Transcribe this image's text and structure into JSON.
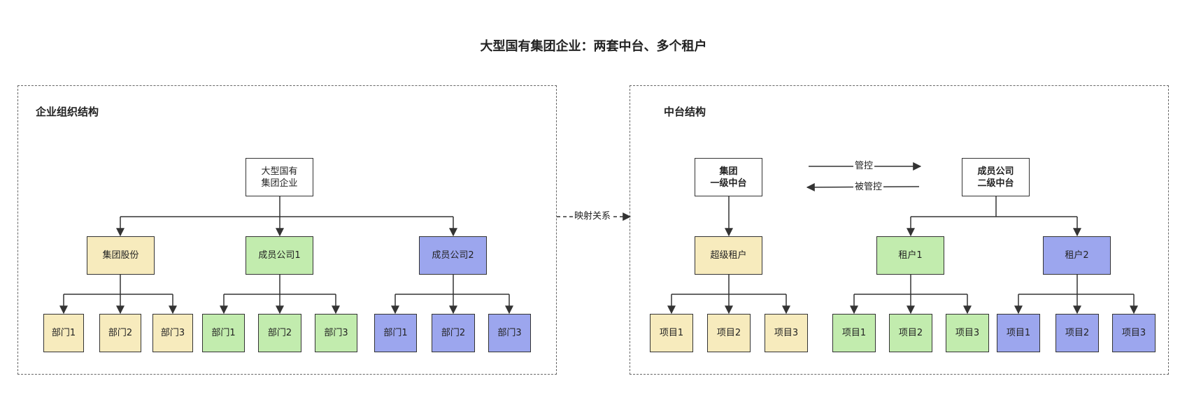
{
  "title": "大型国有集团企业：两套中台、多个租户",
  "colors": {
    "yellow": "#f7ebbd",
    "green": "#c2ecae",
    "blue": "#9ca6ee",
    "border": "#333333"
  },
  "left_panel": {
    "title": "企业组织结构",
    "root": "大型国有\n集团企业",
    "groups": [
      {
        "label": "集团股份",
        "color": "yellow",
        "children": [
          "部门1",
          "部门2",
          "部门3"
        ]
      },
      {
        "label": "成员公司1",
        "color": "green",
        "children": [
          "部门1",
          "部门2",
          "部门3"
        ]
      },
      {
        "label": "成员公司2",
        "color": "blue",
        "children": [
          "部门1",
          "部门2",
          "部门3"
        ]
      }
    ]
  },
  "mapping_label": "映射关系",
  "right_panel": {
    "title": "中台结构",
    "group_platform": "集团\n一级中台",
    "member_platform": "成员公司\n二级中台",
    "manages_label": "管控",
    "managed_label": "被管控",
    "tenants": [
      {
        "label": "超级租户",
        "color": "yellow",
        "children": [
          "项目1",
          "项目2",
          "项目3"
        ]
      },
      {
        "label": "租户1",
        "color": "green",
        "children": [
          "项目1",
          "项目2",
          "项目3"
        ]
      },
      {
        "label": "租户2",
        "color": "blue",
        "children": [
          "项目1",
          "项目2",
          "项目3"
        ]
      }
    ]
  }
}
